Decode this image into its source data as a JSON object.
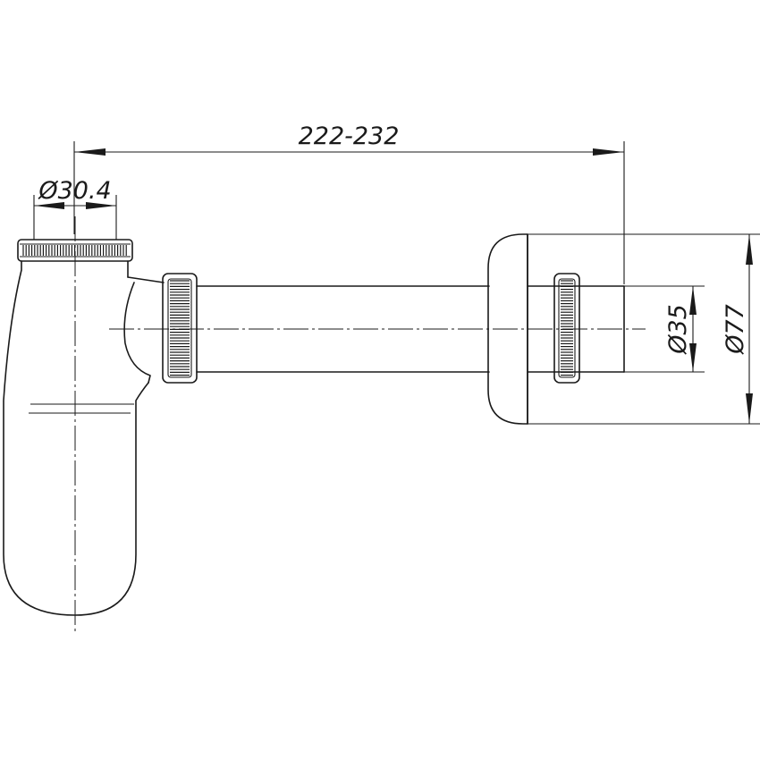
{
  "dimensions": {
    "overall_length": "222-232",
    "inlet_diameter": "Ø30.4",
    "pipe_diameter": "Ø35",
    "flange_diameter": "Ø77"
  }
}
